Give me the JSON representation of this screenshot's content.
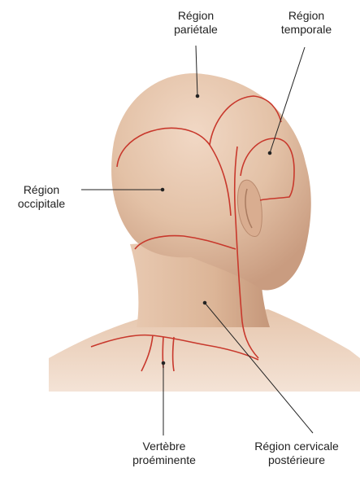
{
  "figure": {
    "labels": {
      "parietal": [
        "Région",
        "pariétale"
      ],
      "temporal": [
        "Région",
        "temporale"
      ],
      "occipital": [
        "Région",
        "occipitale"
      ],
      "vertebra": [
        "Vertèbre",
        "proéminente"
      ],
      "cervical": [
        "Région cervicale",
        "postérieure"
      ]
    },
    "colors": {
      "skin": "#e3c1a6",
      "skin_shadow": "#c99c80",
      "boundary": "#c8382c",
      "leader": "#222222"
    }
  }
}
